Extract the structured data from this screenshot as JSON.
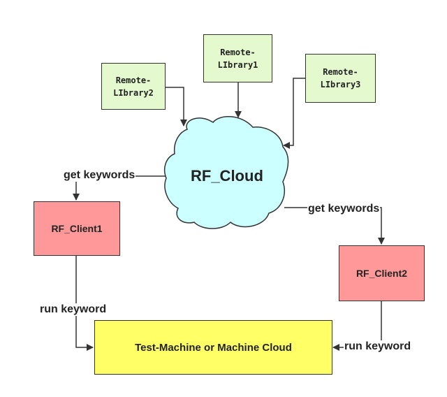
{
  "libraries": [
    {
      "id": "lib1",
      "line1": "Remote-",
      "line2": "LIbrary1"
    },
    {
      "id": "lib2",
      "line1": "Remote-",
      "line2": "LIbrary2"
    },
    {
      "id": "lib3",
      "line1": "Remote-",
      "line2": "LIbrary3"
    }
  ],
  "cloud": {
    "label": "RF_Cloud",
    "fill": "#ccffff"
  },
  "clients": [
    {
      "id": "client1",
      "label": "RF_Client1"
    },
    {
      "id": "client2",
      "label": "RF_Client2"
    }
  ],
  "machine": {
    "label": "Test-Machine or Machine Cloud"
  },
  "edge_labels": {
    "get_keywords_left": "get keywords",
    "get_keywords_right": "get keywords",
    "run_keyword_left": "run keyword",
    "run_keyword_right": "run keyword"
  },
  "colors": {
    "library_fill": "#e5f9cf",
    "client_fill": "#ff9999",
    "machine_fill": "#ffff66",
    "cloud_fill": "#ccffff",
    "stroke": "#333333"
  }
}
